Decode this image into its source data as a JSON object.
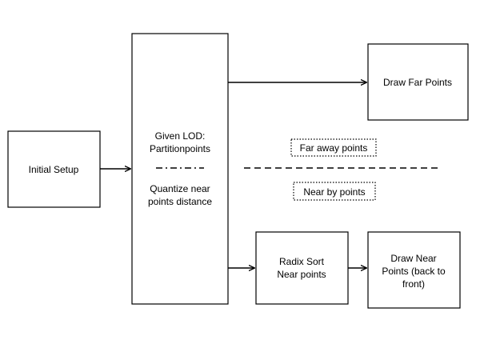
{
  "boxes": {
    "initial_setup": {
      "lines": [
        "Initial Setup"
      ]
    },
    "partition": {
      "top_lines": [
        "Given LOD:",
        "Partitionpoints"
      ],
      "bottom_lines": [
        "Quantize near",
        "points distance"
      ]
    },
    "draw_far": {
      "lines": [
        "Draw Far Points"
      ]
    },
    "radix_sort": {
      "lines": [
        "Radix Sort",
        "Near points"
      ]
    },
    "draw_near": {
      "lines": [
        "Draw Near",
        "Points (back to",
        "front)"
      ]
    }
  },
  "labels": {
    "far_away": "Far away points",
    "near_by": "Near by points"
  }
}
